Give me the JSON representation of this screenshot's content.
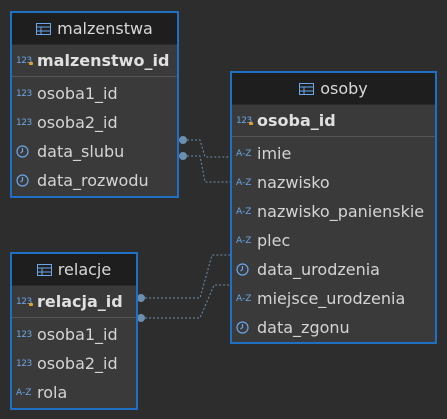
{
  "tables": {
    "malzenstwa": {
      "title": "malzenstwa",
      "pk": {
        "name": "malzenstwo_id",
        "type": "123"
      },
      "columns": [
        {
          "name": "osoba1_id",
          "type": "123"
        },
        {
          "name": "osoba2_id",
          "type": "123"
        },
        {
          "name": "data_slubu",
          "type": "date"
        },
        {
          "name": "data_rozwodu",
          "type": "date"
        }
      ]
    },
    "osoby": {
      "title": "osoby",
      "pk": {
        "name": "osoba_id",
        "type": "123"
      },
      "columns": [
        {
          "name": "imie",
          "type": "A-Z"
        },
        {
          "name": "nazwisko",
          "type": "A-Z"
        },
        {
          "name": "nazwisko_panienskie",
          "type": "A-Z"
        },
        {
          "name": "plec",
          "type": "A-Z"
        },
        {
          "name": "data_urodzenia",
          "type": "date"
        },
        {
          "name": "miejsce_urodzenia",
          "type": "A-Z"
        },
        {
          "name": "data_zgonu",
          "type": "date"
        }
      ]
    },
    "relacje": {
      "title": "relacje",
      "pk": {
        "name": "relacja_id",
        "type": "123"
      },
      "columns": [
        {
          "name": "osoba1_id",
          "type": "123"
        },
        {
          "name": "osoba2_id",
          "type": "123"
        },
        {
          "name": "rola",
          "type": "A-Z"
        }
      ]
    }
  },
  "colors": {
    "background": "#2d2d2d",
    "entity_border": "#1f6fc5",
    "header_bg": "#1e1e1e",
    "link": "#6b8fb0",
    "type_icon": "#6aa6e8"
  }
}
